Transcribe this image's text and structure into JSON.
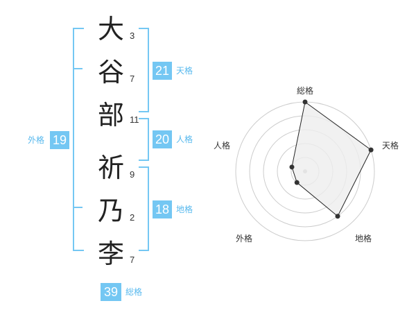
{
  "name": {
    "kanji": [
      "大",
      "谷",
      "部",
      "祈",
      "乃",
      "李"
    ],
    "strokes": [
      "3",
      "7",
      "11",
      "9",
      "2",
      "7"
    ]
  },
  "fortune": {
    "tenkaku": {
      "value": "21",
      "label": "天格"
    },
    "jinkaku": {
      "value": "20",
      "label": "人格"
    },
    "chikaku": {
      "value": "18",
      "label": "地格"
    },
    "gaikaku": {
      "value": "19",
      "label": "外格"
    },
    "soukaku": {
      "value": "39",
      "label": "総格"
    }
  },
  "radar": {
    "axes": [
      "総格",
      "天格",
      "地格",
      "外格",
      "人格"
    ],
    "scores": [
      5,
      5,
      4,
      1,
      1
    ],
    "max": 5,
    "colors": {
      "ring": "#cccccc",
      "fill": "#eeeeee",
      "stroke": "#222222",
      "point": "#333333",
      "center": "#bbbbbb"
    }
  }
}
